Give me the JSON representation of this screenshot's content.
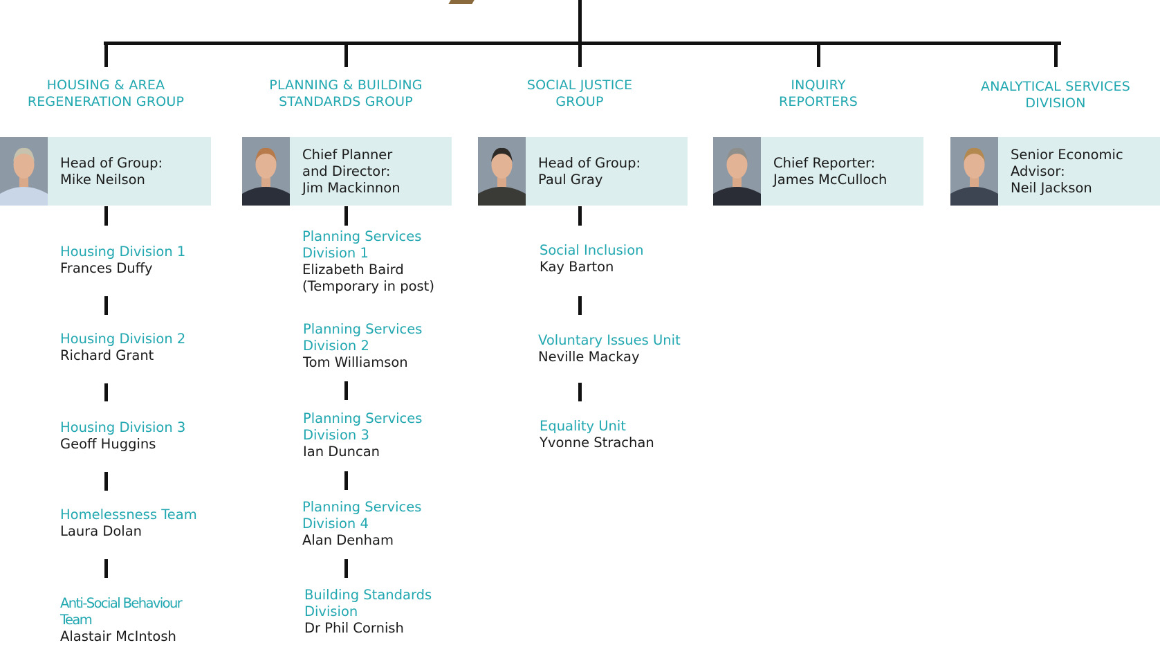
{
  "groups": [
    {
      "title_line1": "HOUSING & AREA",
      "title_line2": "REGENERATION GROUP",
      "head_line1": "Head of Group:",
      "head_line2": "Mike Neilson",
      "head_line3": "",
      "units": [
        {
          "title_line1": "Housing Division 1",
          "title_line2": "",
          "person_line1": "Frances Duffy",
          "person_line2": ""
        },
        {
          "title_line1": "Housing Division 2",
          "title_line2": "",
          "person_line1": "Richard Grant",
          "person_line2": ""
        },
        {
          "title_line1": "Housing Division 3",
          "title_line2": "",
          "person_line1": "Geoff Huggins",
          "person_line2": ""
        },
        {
          "title_line1": "Homelessness Team",
          "title_line2": "",
          "person_line1": "Laura Dolan",
          "person_line2": ""
        },
        {
          "title_line1": "Anti-Social Behaviour Team",
          "title_line2": "",
          "person_line1": "Alastair McIntosh",
          "person_line2": ""
        }
      ]
    },
    {
      "title_line1": "PLANNING & BUILDING",
      "title_line2": "STANDARDS GROUP",
      "head_line1": "Chief Planner",
      "head_line2": "and Director:",
      "head_line3": "Jim Mackinnon",
      "units": [
        {
          "title_line1": "Planning Services",
          "title_line2": "Division 1",
          "person_line1": "Elizabeth Baird",
          "person_line2": "(Temporary in post)"
        },
        {
          "title_line1": "Planning Services",
          "title_line2": "Division 2",
          "person_line1": "Tom Williamson",
          "person_line2": ""
        },
        {
          "title_line1": "Planning Services",
          "title_line2": "Division 3",
          "person_line1": "Ian Duncan",
          "person_line2": ""
        },
        {
          "title_line1": "Planning Services",
          "title_line2": "Division 4",
          "person_line1": "Alan Denham",
          "person_line2": ""
        },
        {
          "title_line1": "Building Standards",
          "title_line2": "Division",
          "person_line1": "Dr Phil Cornish",
          "person_line2": ""
        }
      ]
    },
    {
      "title_line1": "SOCIAL JUSTICE",
      "title_line2": "GROUP",
      "head_line1": "Head of Group:",
      "head_line2": "Paul Gray",
      "head_line3": "",
      "units": [
        {
          "title_line1": "Social Inclusion",
          "title_line2": "",
          "person_line1": "Kay Barton",
          "person_line2": ""
        },
        {
          "title_line1": "Voluntary Issues Unit",
          "title_line2": "",
          "person_line1": "Neville Mackay",
          "person_line2": ""
        },
        {
          "title_line1": "Equality Unit",
          "title_line2": "",
          "person_line1": "Yvonne Strachan",
          "person_line2": ""
        }
      ]
    },
    {
      "title_line1": "INQUIRY",
      "title_line2": "REPORTERS",
      "head_line1": "Chief Reporter:",
      "head_line2": "James McCulloch",
      "head_line3": "",
      "units": []
    },
    {
      "title_line1": "ANALYTICAL SERVICES",
      "title_line2": "DIVISION",
      "head_line1": "Senior Economic",
      "head_line2": "Advisor:",
      "head_line3": "Neil Jackson",
      "units": []
    }
  ],
  "colors": {
    "accent": "#21a7b0",
    "box_background": "#dceeed",
    "connector": "#111111",
    "text": "#1a1a1a"
  },
  "icons": {
    "photo": "person-portrait-icon"
  }
}
